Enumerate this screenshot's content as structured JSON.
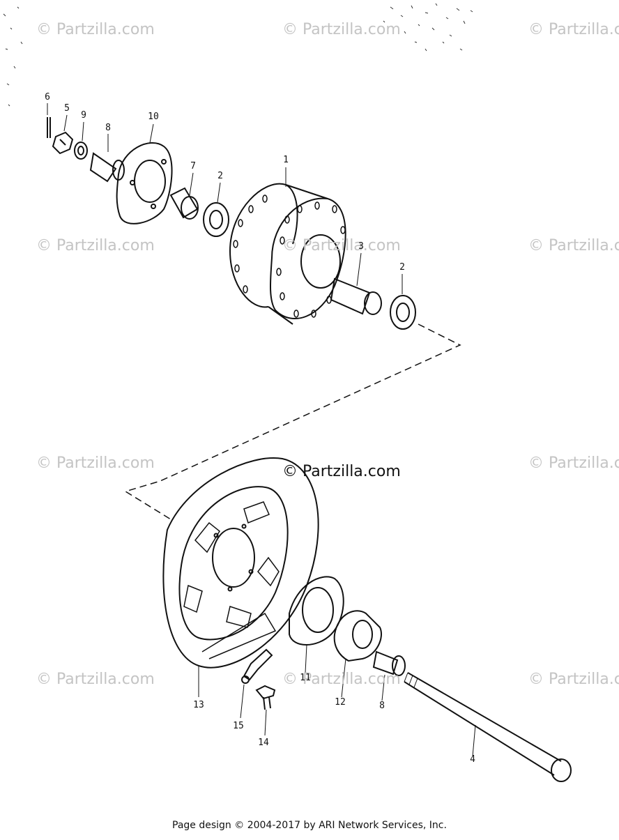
{
  "watermark": "© Partzilla.com",
  "center_copyright": "© Partzilla.com",
  "footer": "Page design © 2004-2017 by ARI Network Services, Inc.",
  "callouts": {
    "c6": "6",
    "c5": "5",
    "c9": "9",
    "c8a": "8",
    "c10": "10",
    "c7": "7",
    "c2a": "2",
    "c1": "1",
    "c3": "3",
    "c2b": "2",
    "c13": "13",
    "c15": "15",
    "c14": "14",
    "c11": "11",
    "c12": "12",
    "c8b": "8",
    "c4": "4"
  }
}
